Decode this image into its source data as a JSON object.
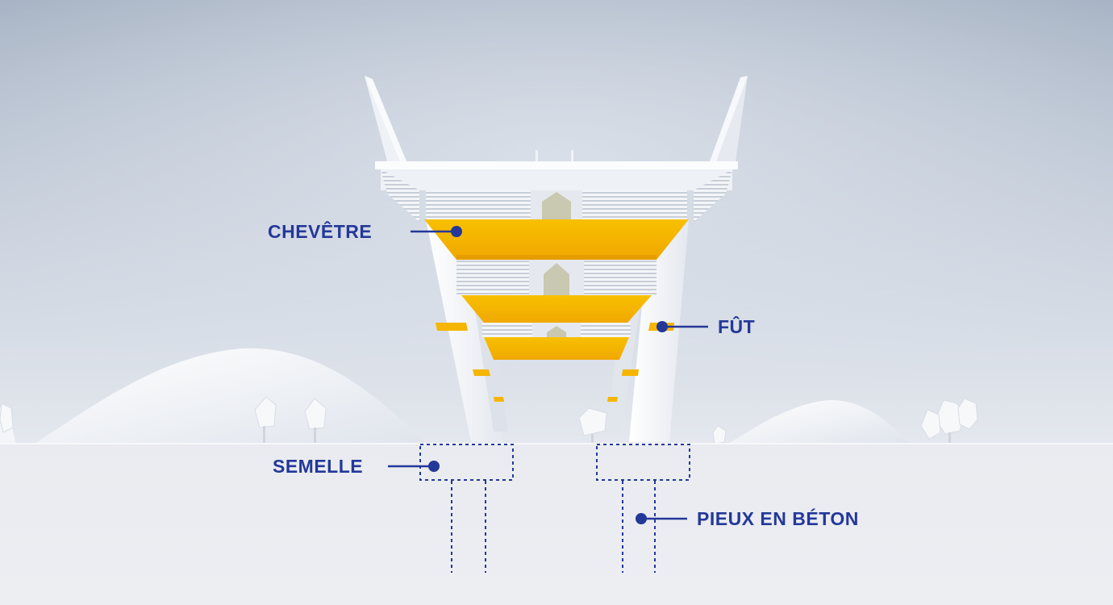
{
  "labels": {
    "chevetre": "CHEVÊTRE",
    "fut": "FÛT",
    "semelle": "SEMELLE",
    "pieux": "PIEUX EN BÉTON"
  },
  "colors": {
    "label": "#24389a",
    "accent": "#f5b500",
    "sky_top": "#a9b5c6",
    "sky_bottom": "#e3e7ee",
    "ground": "#e8eaef",
    "structure": "#f4f6f9"
  }
}
